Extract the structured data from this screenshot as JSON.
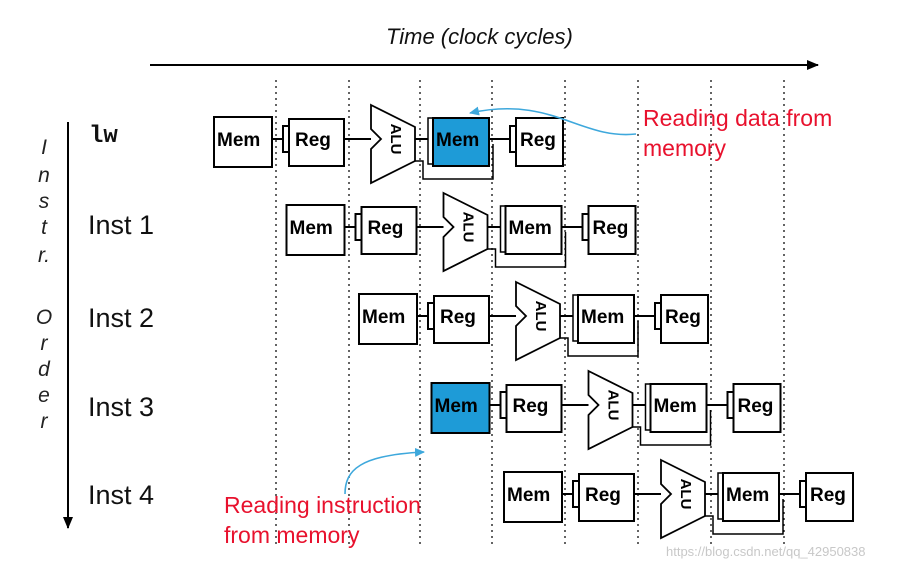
{
  "title": "Time (clock cycles)",
  "y_axis_letters": [
    "I",
    "n",
    "s",
    "t",
    "r.",
    "O",
    "r",
    "d",
    "e",
    "r"
  ],
  "instructions": [
    {
      "label": "lw",
      "stages": [
        "Mem",
        "Reg",
        "ALU",
        "Mem",
        "Reg"
      ],
      "highlight": [
        3
      ]
    },
    {
      "label": "Inst 1",
      "stages": [
        "Mem",
        "Reg",
        "ALU",
        "Mem",
        "Reg"
      ],
      "highlight": []
    },
    {
      "label": "Inst 2",
      "stages": [
        "Mem",
        "Reg",
        "ALU",
        "Mem",
        "Reg"
      ],
      "highlight": []
    },
    {
      "label": "Inst 3",
      "stages": [
        "Mem",
        "Reg",
        "ALU",
        "Mem",
        "Reg"
      ],
      "highlight": [
        0
      ]
    },
    {
      "label": "Inst 4",
      "stages": [
        "Mem",
        "Reg",
        "ALU",
        "Mem",
        "Reg"
      ],
      "highlight": []
    }
  ],
  "annotations": {
    "data_read": [
      "Reading data from",
      "memory"
    ],
    "instr_read": [
      "Reading instruction",
      "from memory"
    ]
  },
  "colors": {
    "highlight": "#1e9bd7",
    "annotation": "#e8112d",
    "arrow": "#3ea8dc"
  },
  "watermark": "https://blog.csdn.net/qq_42950838"
}
